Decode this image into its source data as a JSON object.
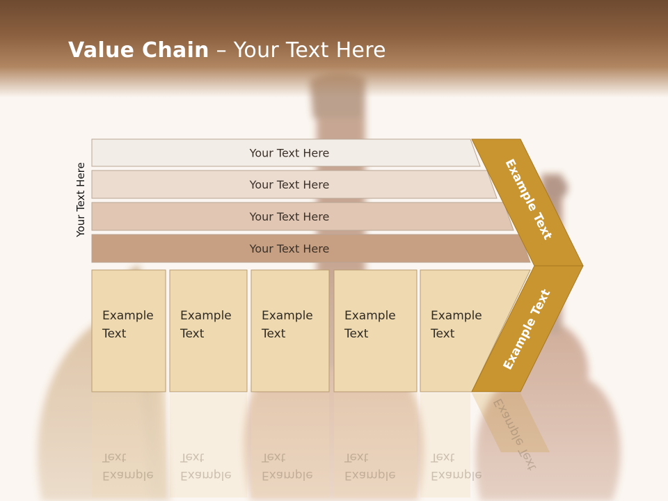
{
  "slide": {
    "title_bold": "Value Chain",
    "title_rest": " – Your Text Here",
    "vertical_label": "Your Text Here"
  },
  "rows": [
    {
      "label": "Your Text Here",
      "fill": "#f3ede8"
    },
    {
      "label": "Your Text Here",
      "fill": "#ecdcd0"
    },
    {
      "label": "Your Text Here",
      "fill": "#e0c6b3"
    },
    {
      "label": "Your Text Here",
      "fill": "#c79f82"
    }
  ],
  "boxes": [
    {
      "line1": "Example",
      "line2": "Text"
    },
    {
      "line1": "Example",
      "line2": "Text"
    },
    {
      "line1": "Example",
      "line2": "Text"
    },
    {
      "line1": "Example",
      "line2": "Text"
    },
    {
      "line1": "Example",
      "line2": "Text"
    }
  ],
  "chevron": {
    "upper_label": "Example Text",
    "lower_label": "Example Text",
    "fill": "#c99530"
  },
  "colors": {
    "header_brown": "#7a5236",
    "box_fill": "#eed9b0",
    "box_border": "#b89c70",
    "background": "#fbf6f1"
  }
}
